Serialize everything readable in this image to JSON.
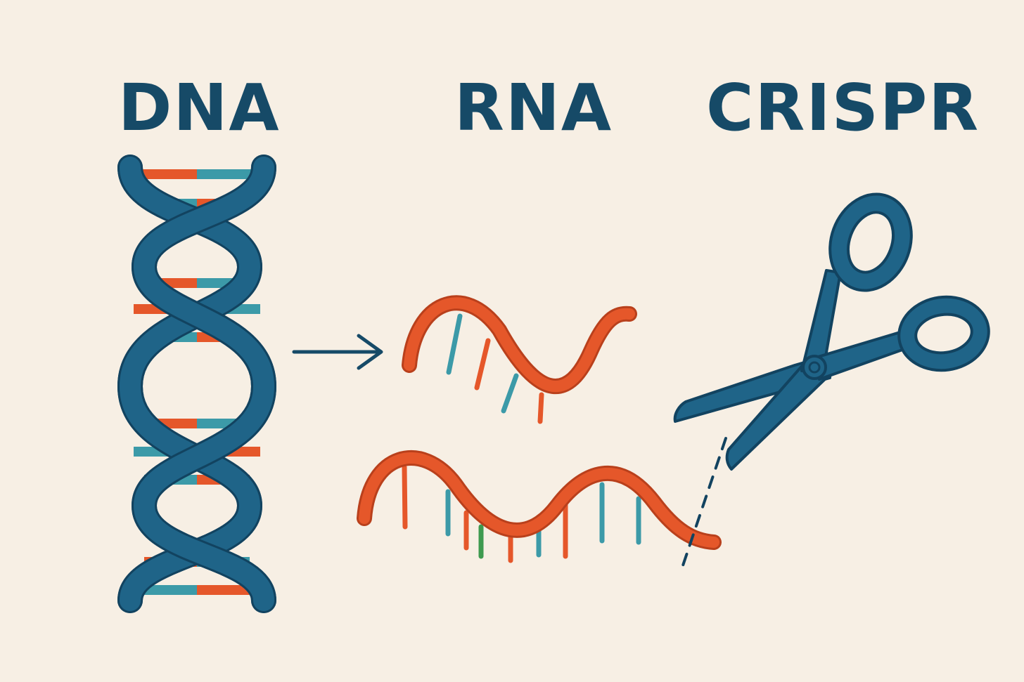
{
  "labels": {
    "dna": "DNA",
    "rna": "RNA",
    "crispr": "CRISPR"
  },
  "icons": {
    "dna": "dna-double-helix-icon",
    "transcription": "arrow-right-icon",
    "rna_short": "rna-strand-icon",
    "rna_long": "rna-strand-icon",
    "crispr": "scissors-icon",
    "cut": "dashed-cut-line-icon"
  },
  "colors": {
    "background": "#f7efe4",
    "text": "#164a67",
    "backbone": "#1f6488",
    "outline": "#124360",
    "orange": "#e5572a",
    "orange_outline": "#b9401c",
    "teal": "#3c9aa8",
    "green": "#3e9a4f"
  }
}
